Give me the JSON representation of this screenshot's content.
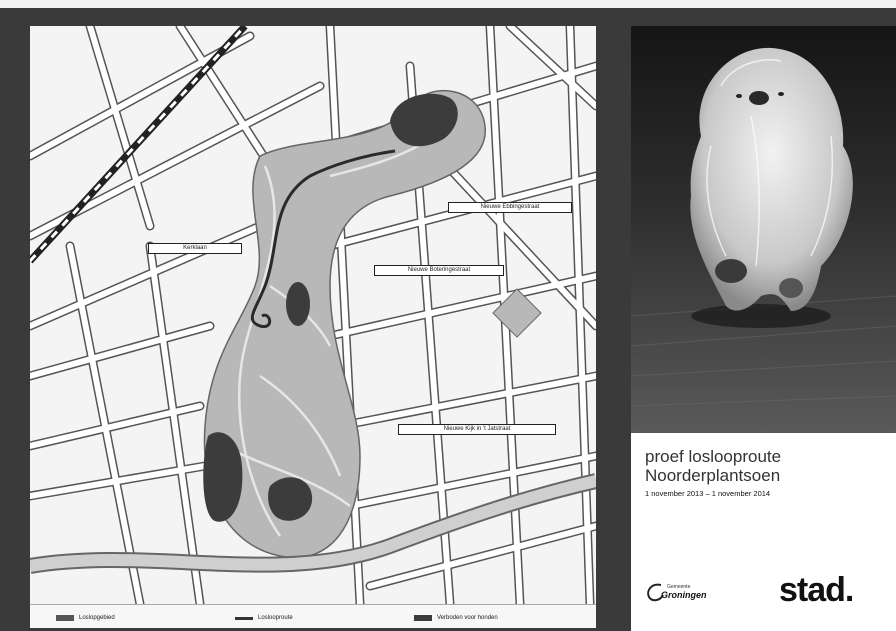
{
  "map": {
    "street_labels": {
      "kerklaan": "Kerklaan",
      "nieuwe_ebbingestraat_1": "Nieuwe Ebbingestraat",
      "nieuwe_boteringestraat": "Nieuwe Boteringestraat",
      "nieuwe_kijk_in_t_jatstraat": "Nieuwe Kijk in 't Jatstraat"
    },
    "legend": {
      "loslooopgebied": "Loslopgebied",
      "losloopgebied_color": "#555555",
      "losslooproute": "Loslooproute",
      "losslooproute_color": "#333333",
      "verboden": "Verboden voor honden",
      "verboden_color": "#3a3a3a"
    },
    "colors": {
      "park": "#b8b8b8",
      "street": "#ffffff",
      "block": "#f4f4f4",
      "water": "#3c3c3c",
      "railway": "#222222"
    }
  },
  "info": {
    "title_line1": "proef loslooproute",
    "title_line2": "Noorderplantsoen",
    "dates": "1 november 2013 – 1 november 2014",
    "municipality_sub": "Gemeente",
    "municipality_main": "Groningen",
    "brand": "stad."
  }
}
